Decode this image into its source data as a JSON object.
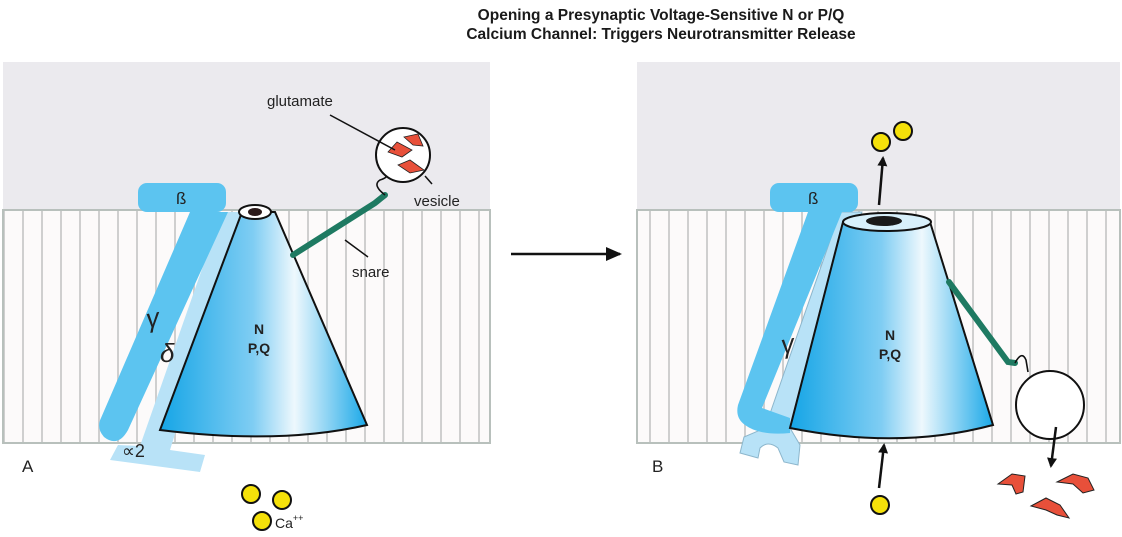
{
  "title": {
    "line1": "Opening a Presynaptic Voltage-Sensitive N or P/Q",
    "line2": "Calcium Channel: Triggers Neurotransmitter Release"
  },
  "colors": {
    "synaptic_cleft": "#ebeaee",
    "membrane_stripe": "#c9c9c9",
    "membrane_bg": "#fcfafa",
    "channel_blue": "#1aa8e8",
    "subunit_beta": "#5cc4f0",
    "subunit_light": "#b8e2f7",
    "snare_green": "#1e7a62",
    "glutamate_red": "#e8503a",
    "calcium_yellow": "#f5e10a"
  },
  "panel_a": {
    "label": "A",
    "beta": "ß",
    "gamma": "γ",
    "delta": "δ",
    "alpha2": "∝2",
    "channel_line1": "N",
    "channel_line2": "P,Q",
    "glutamate_label": "glutamate",
    "vesicle_label": "vesicle",
    "snare_label": "snare",
    "calcium_label": "Ca",
    "calcium_charge": "++",
    "calcium_ions_count": 3
  },
  "panel_b": {
    "label": "B",
    "beta": "ß",
    "gamma": "γ",
    "channel_line1": "N",
    "channel_line2": "P,Q",
    "calcium_ions_released": 2,
    "calcium_ions_entering": 1,
    "glutamate_released": 3
  }
}
